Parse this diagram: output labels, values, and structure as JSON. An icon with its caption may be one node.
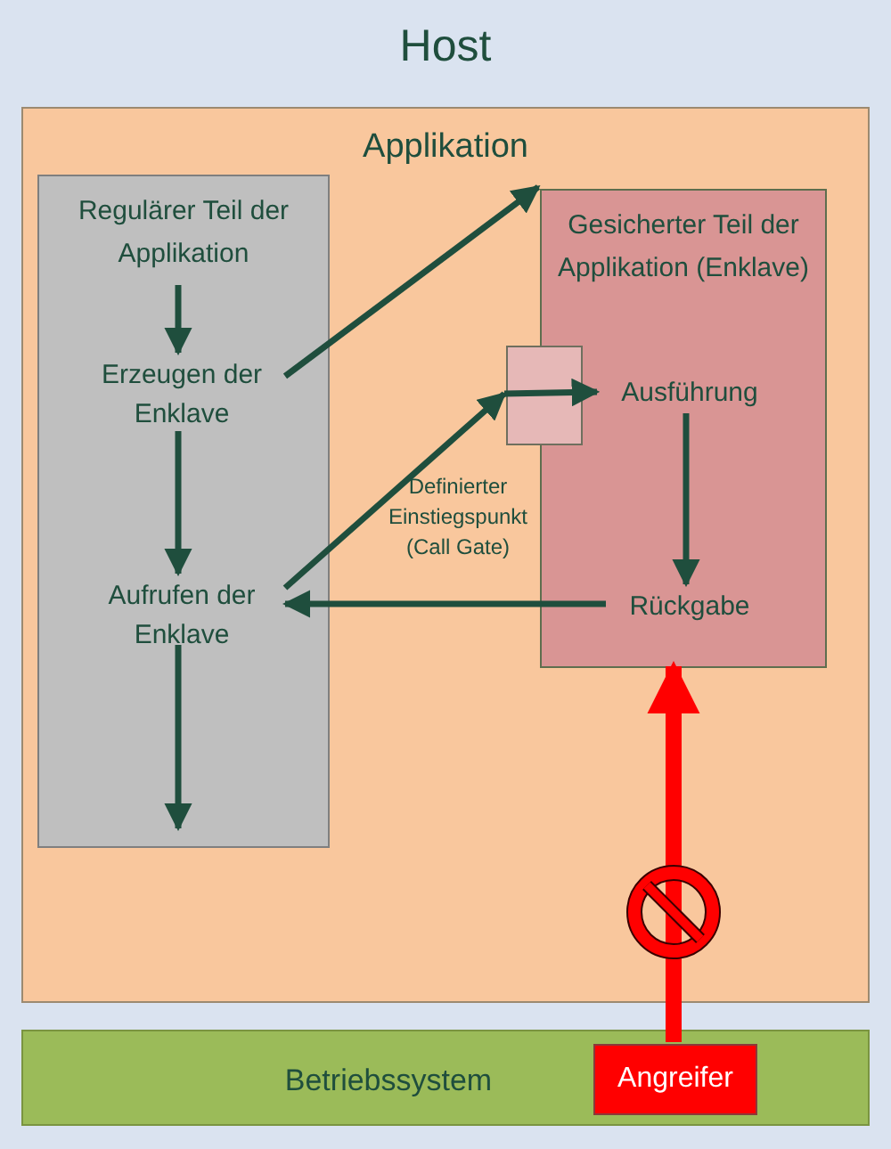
{
  "diagram": {
    "nodes": [
      {
        "text": [
          "Host"
        ]
      },
      {
        "text": [
          "Applikation"
        ],
        "in": 0
      },
      {
        "text": [
          "Regulärer Teil der Applikation"
        ],
        "in": 1
      },
      {
        "text": [
          "Erzeugen der Enklave"
        ],
        "in": 2
      },
      {
        "text": [
          "Aufrufen der Enklave"
        ],
        "in": 2
      },
      {
        "text": [
          "Gesicherter Teil der Applikation (Enklave)"
        ],
        "in": 1
      },
      {
        "text": [
          "Ausführung"
        ],
        "in": 5
      },
      {
        "text": [
          "Rückgabe"
        ],
        "in": 5
      },
      {
        "text": [],
        "shape": "box",
        "in": 1,
        "beside": [
          "Definierter Einstiegspunkt (Call Gate)"
        ]
      },
      {
        "text": [
          "Betriebssystem"
        ],
        "in": 0
      },
      {
        "text": [
          "Angreifer"
        ],
        "in": 9
      }
    ],
    "edges": [
      {
        "from": null,
        "to": 3,
        "arrow": "to"
      },
      {
        "from": 3,
        "to": 4,
        "arrow": "to"
      },
      {
        "from": 4,
        "to": null,
        "arrow": "to"
      },
      {
        "from": 3,
        "to": 5,
        "arrow": "to"
      },
      {
        "from": 4,
        "to": 8,
        "arrow": "to"
      },
      {
        "from": 8,
        "to": 6,
        "arrow": "to"
      },
      {
        "from": 6,
        "to": 7,
        "arrow": "to"
      },
      {
        "from": 7,
        "to": 4,
        "arrow": "to"
      },
      {
        "from": 10,
        "to": 5,
        "arrow": "to",
        "style": "thick",
        "color": "#ff0000"
      }
    ]
  }
}
